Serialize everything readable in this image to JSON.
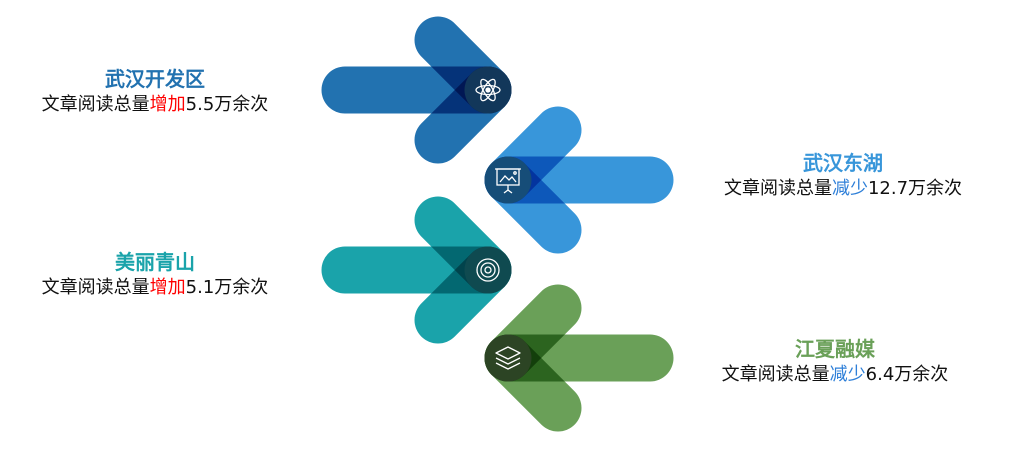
{
  "items": [
    {
      "title": "武汉开发区",
      "prefix": "文章阅读总量",
      "change": "增加",
      "suffix": "5.5万余次",
      "color": "#2272B0",
      "tip": "#12375A",
      "icon": "atom-icon",
      "direction": "right"
    },
    {
      "title": "武汉东湖",
      "prefix": "文章阅读总量",
      "change": "减少",
      "suffix": "12.7万余次",
      "color": "#3896DA",
      "tip": "#164D78",
      "icon": "presentation-icon",
      "direction": "left"
    },
    {
      "title": "美丽青山",
      "prefix": "文章阅读总量",
      "change": "增加",
      "suffix": "5.1万余次",
      "color": "#1AA3AA",
      "tip": "#0F4A50",
      "icon": "target-icon",
      "direction": "right"
    },
    {
      "title": "江夏融媒",
      "prefix": "文章阅读总量",
      "change": "减少",
      "suffix": "6.4万余次",
      "color": "#6AA058",
      "tip": "#2C4424",
      "icon": "layers-icon",
      "direction": "left"
    }
  ]
}
